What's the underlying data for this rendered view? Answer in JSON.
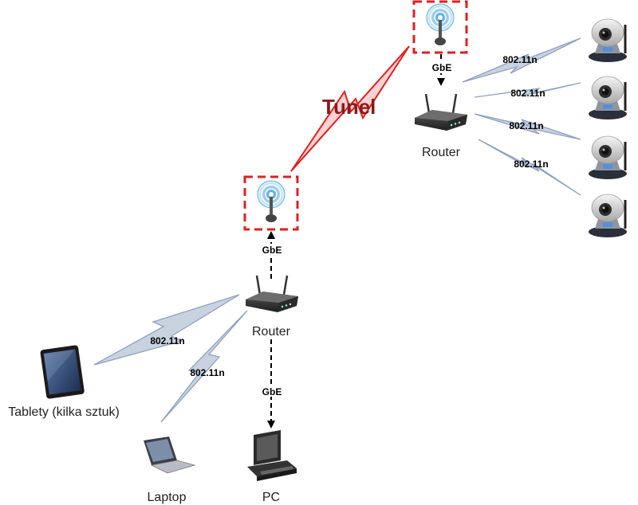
{
  "diagram": {
    "tunnel_label": "Tunel",
    "nodes": {
      "router_top": {
        "label": "Router"
      },
      "router_bottom": {
        "label": "Router"
      },
      "tablets": {
        "label": "Tablety (kilka sztuk)"
      },
      "laptop": {
        "label": "Laptop"
      },
      "pc": {
        "label": "PC"
      }
    },
    "links": {
      "gbe_top": "GbE",
      "gbe_bottom_ap": "GbE",
      "gbe_pc": "GbE",
      "wifi_cam1": "802.11n",
      "wifi_cam2": "802.11n",
      "wifi_cam3": "802.11n",
      "wifi_cam4": "802.11n",
      "wifi_tablet": "802.11n",
      "wifi_laptop": "802.11n"
    },
    "colors": {
      "tunnel": "#e02020",
      "ap_box": "#e02020",
      "wireless_fill": "#c9d3e0",
      "wireless_stroke": "#8fa2bf",
      "link": "#000000"
    },
    "icons": {
      "access_point": "wireless-access-point-icon",
      "router": "router-icon",
      "camera": "ip-camera-icon",
      "tablet": "tablet-icon",
      "laptop": "laptop-icon",
      "pc": "pc-icon"
    }
  }
}
